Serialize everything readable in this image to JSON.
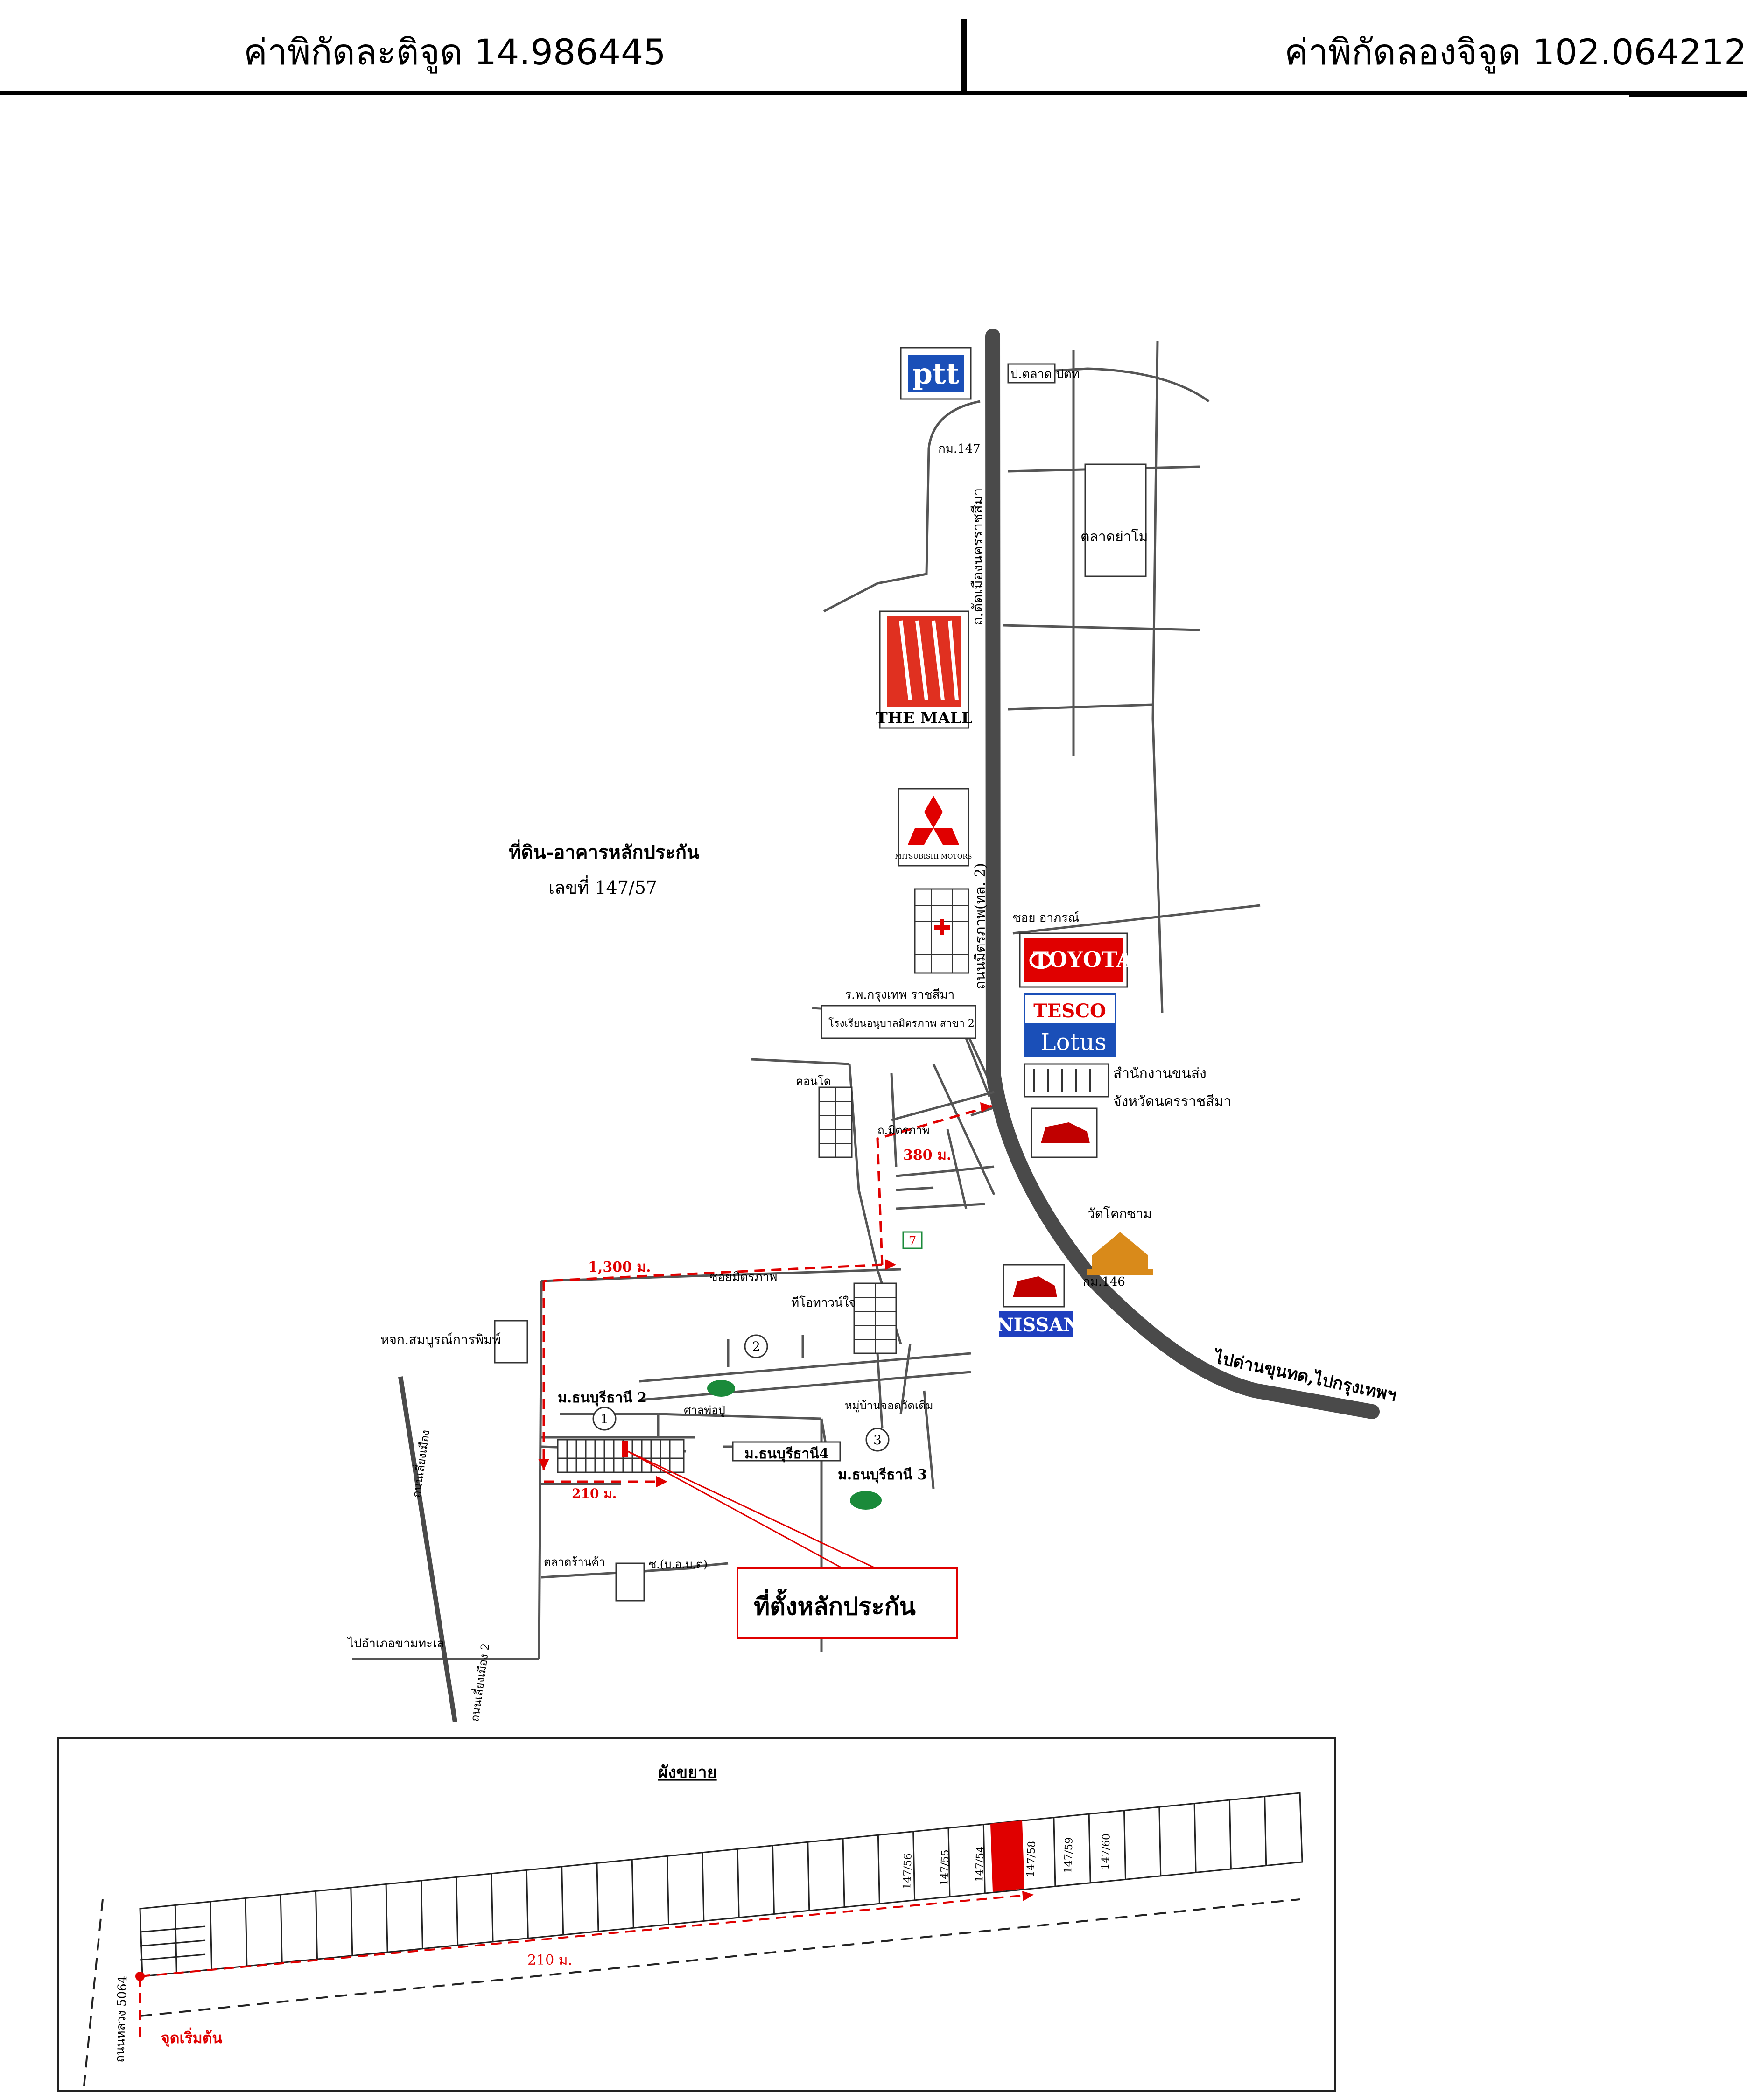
{
  "header": {
    "latitude_label": "ค่าพิกัดละติจูด 14.986445",
    "longitude_label": "ค่าพิกัดลองจิจูด 102.064212"
  },
  "map": {
    "property_title": "ที่ดิน-อาคารหลักประกัน",
    "property_number": "เลขที่ 147/57",
    "collateral_label": "ที่ตั้งหลักประกัน",
    "labels": {
      "market": "ตลาดย่าโม",
      "km147": "กม.147",
      "km146": "กม.146",
      "soi_tid": "ป.ตลาด ปตท",
      "rd_main_upper": "ถ.ตัดเมืองนครราชสีมา",
      "rd_main_lower": "ถนนมิตรภาพ(ทล. 2)",
      "soi_hotel": "ซอย อาภรณ์",
      "hospital_label": "ร.พ.กรุงเทพ ราชสีมา",
      "school_label": "โรงเรียนอนุบาลมิตรภาพ สาขา 2",
      "apartment_label": "คอนโด",
      "office_label_1": "สำนักงานขนส่ง",
      "office_label_2": "จังหวัดนครราชสีมา",
      "temple_label": "วัดโคกซาม",
      "to_destination": "ไปด่านขุนทด,ไปกรุงเทพฯ",
      "dist_380": "380 ม.",
      "dist_1300": "1,300 ม.",
      "dist_210": "210 ม.",
      "soi_mittraphap": "ถ.มิตรภาพ",
      "soi_side": "ซอยมิตรภาพ",
      "hotel_label": "ทีโอทาวน์ใจ",
      "moo_mitr2": "ม.ธนบุรีธานี 2",
      "moo_mitr3": "ม.ธนบุรีธานี 3",
      "moo_mitr4": "ม.ธนบุรีธานี4",
      "village_label": "หมู่บ้านจอดวัดเดิม",
      "shrine_label": "ศาลพ่อปู่",
      "printing": "หจก.สมบูรณ์การพิมพ์",
      "road_side_vert": "ถนนเลี่ยงเมือง",
      "road_side_vert2": "ถนนเลี่ยงเมือง 2",
      "to_korat_left": "ไปอำเภอขามทะเล",
      "shop_label": "ตลาดร้านค้า",
      "soi_lower": "ซ.(บ.อ.บ.ต)"
    },
    "brands": {
      "ptt": "ptt",
      "mall": "THE MALL",
      "mitsubishi": "MITSUBISHI MOTORS",
      "toyota": "TOYOTA",
      "tesco": "TESCO",
      "lotus": "Lotus",
      "nissan": "NISSAN"
    }
  },
  "inset": {
    "title": "ผังขยาย",
    "road_label": "ถนนหลวง 5064",
    "distance": "210 ม.",
    "start_point": "จุดเริ่มต้น",
    "lot_labels": [
      "147/56",
      "147/55",
      "147/54",
      "147/58",
      "147/59",
      "147/60"
    ]
  },
  "colors": {
    "red": "#e00000",
    "road_gray": "#555555",
    "main_road": "#4a4a4a",
    "ptt_blue": "#1a4fb8",
    "nissan_blue": "#1f3fbf",
    "temple_orange": "#d98a1a"
  }
}
